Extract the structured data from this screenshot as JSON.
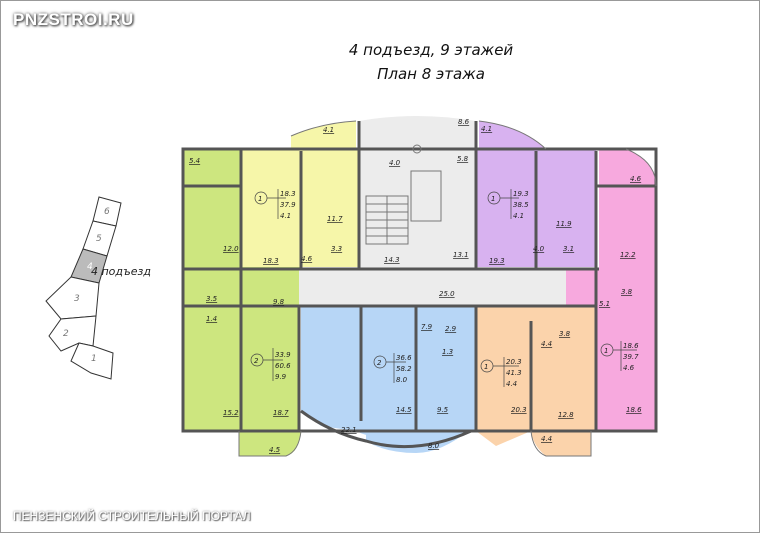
{
  "watermark": "PNZSTROI.RU",
  "footer": "ПЕНЗЕНСКИЙ СТРОИТЕЛЬНЫЙ ПОРТАЛ",
  "title": {
    "line1": "4 подъезд, 9 этажей",
    "line2": "План 8 этажа"
  },
  "key_map": {
    "sections": [
      "1",
      "2",
      "3",
      "4",
      "5",
      "6"
    ],
    "label": "4 подъезд",
    "highlighted": "4"
  },
  "colors": {
    "lime": "#cde67f",
    "yellow": "#f6f6a9",
    "purple": "#d8b2f0",
    "pink": "#f7a9de",
    "blue": "#b7d6f6",
    "peach": "#fbd3ab",
    "core": "#ececec"
  },
  "apartments": {
    "lime_top": {
      "rooms": [
        "5.4",
        "12.0",
        "3.5",
        "1.4",
        "9.8"
      ]
    },
    "yellow": {
      "count": "1",
      "living": "18.3",
      "total": "37.9",
      "balcony": "4.1",
      "rooms": [
        "4.1",
        "18.3",
        "11.7",
        "4.6",
        "3.3"
      ]
    },
    "lime_bottom": {
      "count": "2",
      "living": "33.9",
      "total": "60.6",
      "balcony": "9.9",
      "rooms": [
        "15.2",
        "18.7",
        "4.5"
      ]
    },
    "core": {
      "rooms": [
        "8.6",
        "4.0",
        "5.8",
        "14.3",
        "13.1",
        "25.0"
      ]
    },
    "purple": {
      "count": "1",
      "living": "19.3",
      "total": "38.5",
      "balcony": "4.1",
      "rooms": [
        "4.1",
        "19.3",
        "11.9",
        "4.0",
        "3.1"
      ]
    },
    "pink": {
      "count": "1",
      "living": "18.6",
      "total": "39.7",
      "balcony": "4.6",
      "rooms": [
        "4.6",
        "12.2",
        "3.8",
        "5.1",
        "18.6"
      ]
    },
    "blue": {
      "count": "2",
      "living": "36.6",
      "total": "58.2",
      "balcony": "8.0",
      "rooms": [
        "7.9",
        "2.9",
        "1.3",
        "22.1",
        "14.5",
        "9.5",
        "8.0"
      ]
    },
    "peach": {
      "count": "1",
      "living": "20.3",
      "total": "41.3",
      "balcony": "4.4",
      "rooms": [
        "4.4",
        "3.8",
        "20.3",
        "12.8",
        "4.4"
      ]
    }
  }
}
